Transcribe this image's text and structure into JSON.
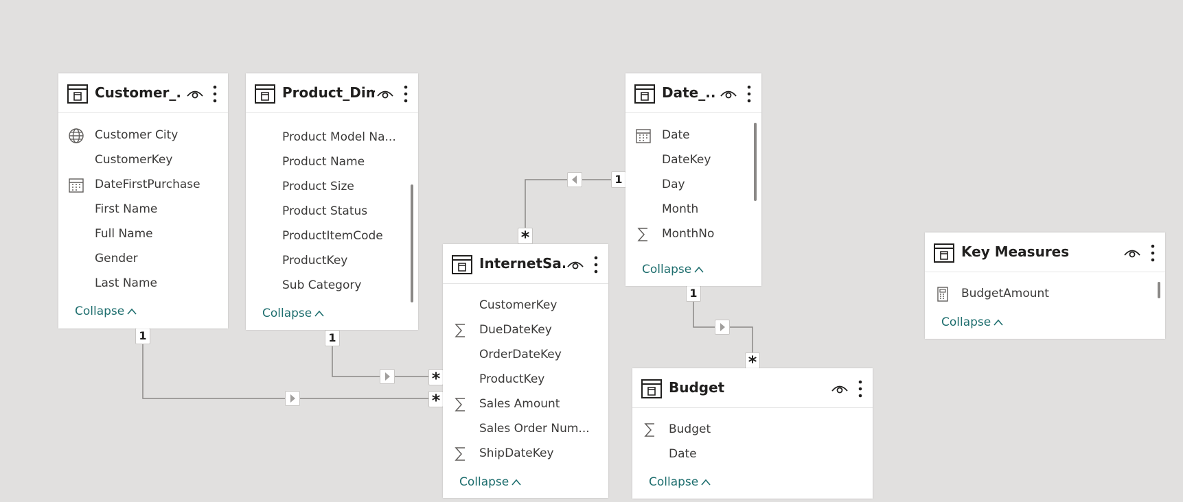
{
  "tables": {
    "customer": {
      "title": "Customer_...",
      "fields": [
        {
          "name": "Customer City",
          "icon": "globe-icon"
        },
        {
          "name": "CustomerKey",
          "icon": ""
        },
        {
          "name": "DateFirstPurchase",
          "icon": "calendar-icon"
        },
        {
          "name": "First Name",
          "icon": ""
        },
        {
          "name": "Full Name",
          "icon": ""
        },
        {
          "name": "Gender",
          "icon": ""
        },
        {
          "name": "Last Name",
          "icon": ""
        }
      ],
      "collapse": "Collapse"
    },
    "product": {
      "title": "Product_Dim",
      "fields": [
        {
          "name": "Product Model Na...",
          "icon": ""
        },
        {
          "name": "Product Name",
          "icon": ""
        },
        {
          "name": "Product Size",
          "icon": ""
        },
        {
          "name": "Product Status",
          "icon": ""
        },
        {
          "name": "ProductItemCode",
          "icon": ""
        },
        {
          "name": "ProductKey",
          "icon": ""
        },
        {
          "name": "Sub Category",
          "icon": ""
        }
      ],
      "collapse": "Collapse"
    },
    "internet_sales": {
      "title": "InternetSa...",
      "fields": [
        {
          "name": "CustomerKey",
          "icon": ""
        },
        {
          "name": "DueDateKey",
          "icon": "sigma-icon"
        },
        {
          "name": "OrderDateKey",
          "icon": ""
        },
        {
          "name": "ProductKey",
          "icon": ""
        },
        {
          "name": "Sales Amount",
          "icon": "sigma-icon"
        },
        {
          "name": "Sales Order Num...",
          "icon": ""
        },
        {
          "name": "ShipDateKey",
          "icon": "sigma-icon"
        }
      ],
      "collapse": "Collapse"
    },
    "date": {
      "title": "Date_...",
      "fields": [
        {
          "name": "Date",
          "icon": "calendar-icon"
        },
        {
          "name": "DateKey",
          "icon": ""
        },
        {
          "name": "Day",
          "icon": ""
        },
        {
          "name": "Month",
          "icon": ""
        },
        {
          "name": "MonthNo",
          "icon": "sigma-icon"
        }
      ],
      "collapse": "Collapse"
    },
    "budget": {
      "title": "Budget",
      "fields": [
        {
          "name": "Budget",
          "icon": "sigma-icon"
        },
        {
          "name": "Date",
          "icon": ""
        }
      ],
      "collapse": "Collapse"
    },
    "key_measures": {
      "title": "Key Measures",
      "fields": [
        {
          "name": "BudgetAmount",
          "icon": "calculator-icon"
        }
      ],
      "collapse": "Collapse"
    }
  },
  "relationships": {
    "one_label": "1",
    "many_label": "*"
  },
  "colors": {
    "canvas": "#e1e0df",
    "card": "#ffffff",
    "collapse_link": "#1e6e6e",
    "line": "#8a8886"
  }
}
